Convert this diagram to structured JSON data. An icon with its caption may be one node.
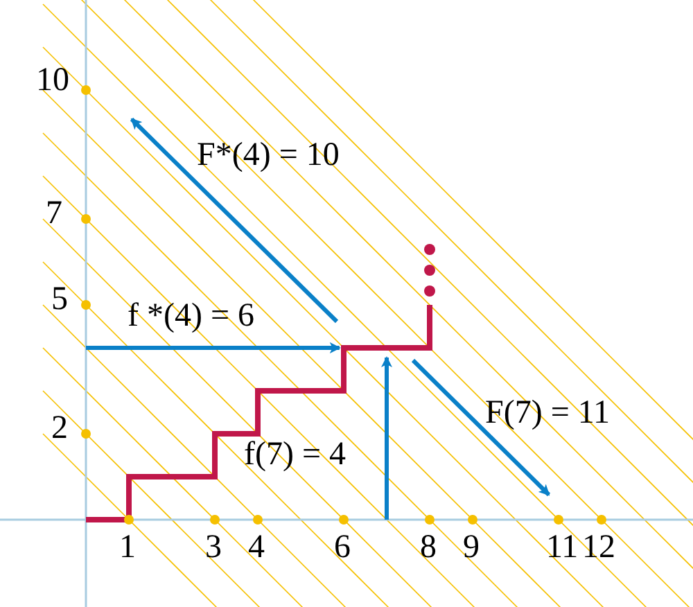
{
  "diagram": {
    "labels": [
      "10",
      "7",
      "5",
      "2",
      "F*(4) = 10",
      "f *(4) = 6",
      "f(7) = 4",
      "F(7) = 11",
      "1",
      "3",
      "4",
      "6",
      "8",
      "9",
      "11",
      "12"
    ]
  }
}
